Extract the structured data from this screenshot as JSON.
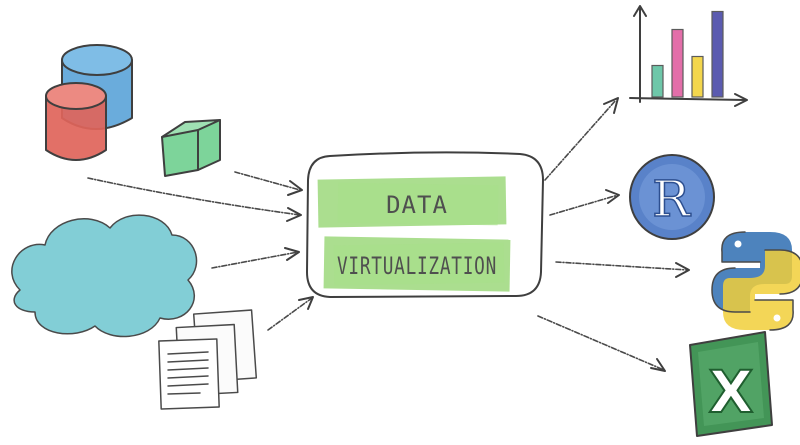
{
  "center": {
    "line1": "DATA",
    "line2": "VIRTUALIZATION",
    "highlight_color": "#8fd36a"
  },
  "sources": [
    {
      "icon": "database-icon",
      "colors": [
        "#e0645a",
        "#5aa3d8"
      ]
    },
    {
      "icon": "cube-icon",
      "color": "#6fcf8f"
    },
    {
      "icon": "cloud-icon",
      "color": "#6cc6cf"
    },
    {
      "icon": "documents-icon"
    }
  ],
  "outputs": [
    {
      "icon": "bar-chart-icon",
      "colors": [
        "#5fc2a0",
        "#e05fa0",
        "#f2d23a",
        "#4a4aa8"
      ],
      "chart_values": [
        35,
        75,
        45,
        95
      ]
    },
    {
      "icon": "r-logo-icon",
      "text": "R",
      "color": "#3c6cc0"
    },
    {
      "icon": "python-logo-icon",
      "colors": [
        "#3a76b6",
        "#f1cf3a"
      ]
    },
    {
      "icon": "excel-icon",
      "text": "X",
      "color": "#2f8a45"
    }
  ]
}
